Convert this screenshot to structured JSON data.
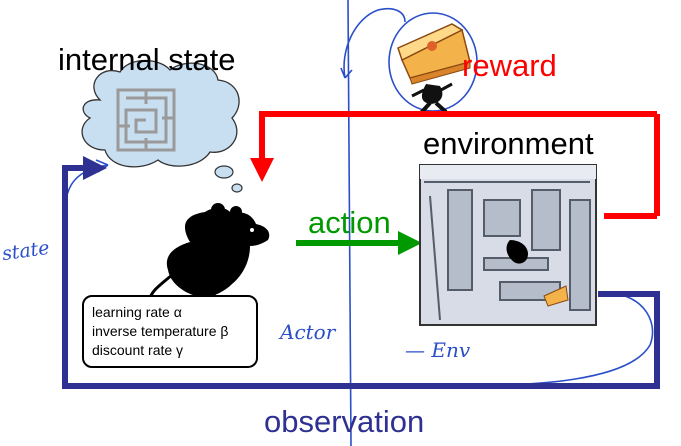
{
  "labels": {
    "internal_state": "internal state",
    "environment": "environment",
    "reward": "reward",
    "action": "action",
    "observation": "observation"
  },
  "parameters": [
    "learning rate α",
    "inverse temperature β",
    "discount rate γ"
  ],
  "handwriting": {
    "state": "state",
    "actor": "Actor",
    "env": "— Env"
  },
  "colors": {
    "reward": "#ff0000",
    "action": "#009900",
    "observation": "#2e3192",
    "annotation": "#2a4fc9"
  }
}
